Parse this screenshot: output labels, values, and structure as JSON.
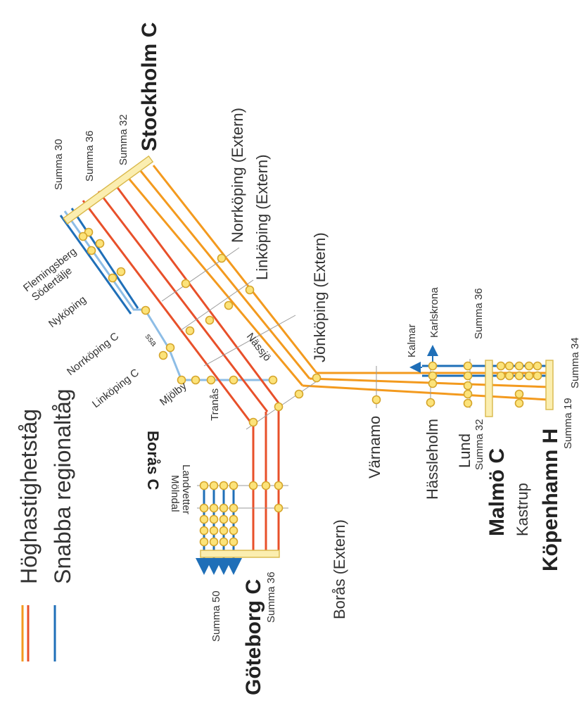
{
  "legend": {
    "high_speed_label": "Höghastighetståg",
    "regional_label": "Snabba regionaltåg"
  },
  "colors": {
    "high_speed_red": "#e8502a",
    "high_speed_orange": "#f39a1e",
    "regional_blue": "#1f6fb8",
    "regional_light_blue": "#8dbde6",
    "station_fill": "#fce37a",
    "summa_blue": "#1f6fb8",
    "summa_red": "#e8502a",
    "summa_orange": "#f39a1e"
  },
  "terminals": {
    "stockholm": "Stockholm C",
    "goteborg": "Göteborg C",
    "malmo": "Malmö C",
    "kopenhamn": "Köpenhamn H",
    "boras_c": "Borås C"
  },
  "summa": {
    "sthlm_30": "Summa 30",
    "sthlm_36": "Summa 36",
    "sthlm_32": "Summa 32",
    "gbg_50": "Summa 50",
    "gbg_36": "Summa 36",
    "malmo_36": "Summa 36",
    "lund_32": "Summa 32",
    "kbh_34": "Summa 34",
    "kbh_19": "Summa 19"
  },
  "stations": {
    "flemingsberg": "Flemingsberg",
    "sodertalje": "Södertälje",
    "nykoping": "Nyköping",
    "norrkoping_c": "Norrköping C",
    "linkoping_c": "Linköping C",
    "mjolby": "Mjölby",
    "tranas": "Tranås",
    "nassjo": "Nässjö",
    "ssa": "ssa",
    "norrkoping_ext": "Norrköping (Extern)",
    "linkoping_ext": "Linköping (Extern)",
    "jonkoping_ext": "Jönköping (Extern)",
    "boras_ext": "Borås (Extern)",
    "landvetter": "Landvetter",
    "molndal": "Mölndal",
    "varnamo": "Värnamo",
    "hassleholm": "Hässleholm",
    "lund": "Lund",
    "kastrup": "Kastrup",
    "kalmar": "Kalmar",
    "karlskrona": "Karlskrona"
  }
}
